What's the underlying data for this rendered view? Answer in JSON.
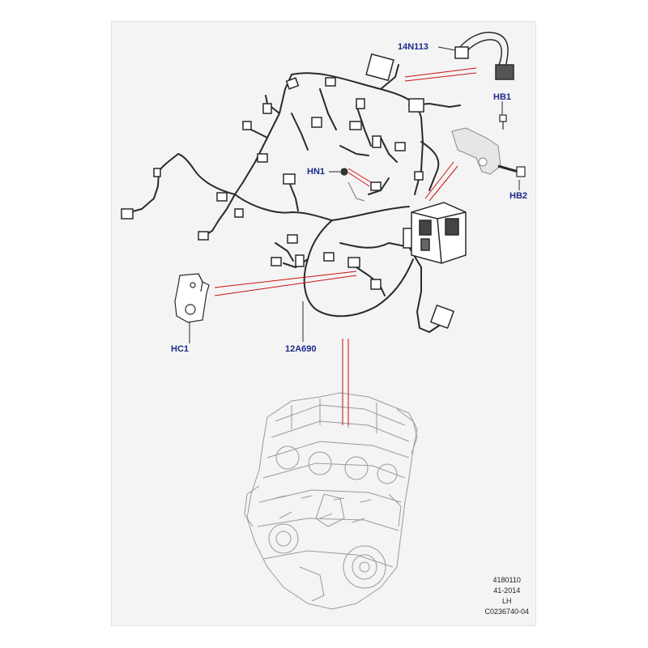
{
  "diagram": {
    "background_color": "#f4f4f4",
    "callout_color": "#1d2a8a",
    "leader_color": "#d01010",
    "line_color": "#2a2a2a",
    "callouts": [
      {
        "id": "14N113",
        "label": "14N113"
      },
      {
        "id": "HB1",
        "label": "HB1"
      },
      {
        "id": "HN1",
        "label": "HN1"
      },
      {
        "id": "HB2",
        "label": "HB2"
      },
      {
        "id": "HC1",
        "label": "HC1"
      },
      {
        "id": "12A690",
        "label": "12A690"
      }
    ],
    "meta": {
      "line1": "4180110",
      "line2": "41-2014",
      "line3": "LH",
      "line4": "C0236740-04"
    }
  }
}
